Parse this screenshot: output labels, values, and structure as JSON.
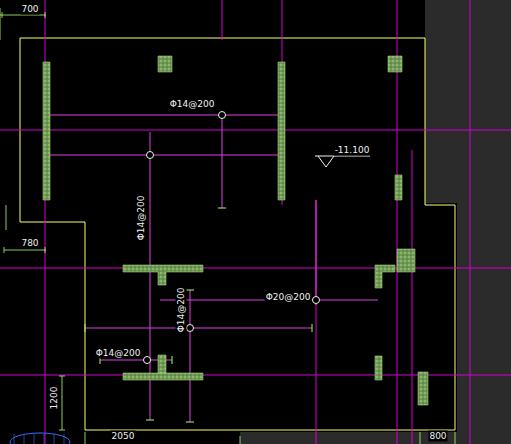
{
  "diagram": {
    "labels": [
      "700",
      "Φ14@200",
      "-11.100",
      "Φ14@200",
      "780",
      "Φ14@200",
      "Φ20@200",
      "Φ14@200",
      "1200",
      "2050",
      "800"
    ]
  }
}
